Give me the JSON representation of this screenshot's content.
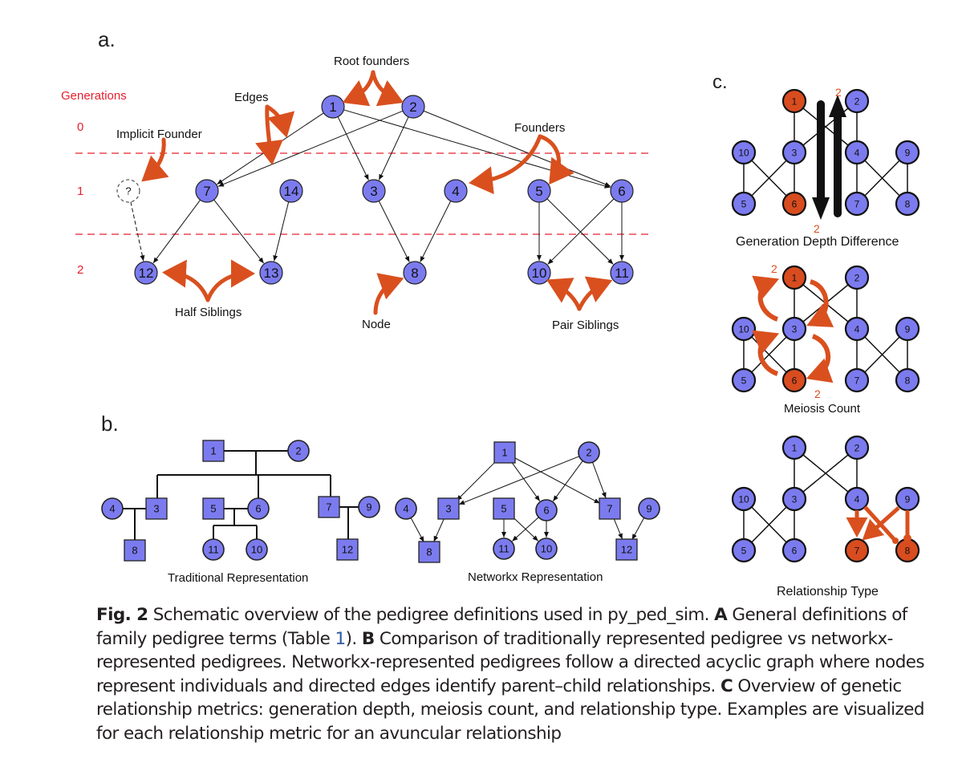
{
  "colors": {
    "node_fill": "#7b7bef",
    "highlight_fill": "#d84c1f",
    "arrow_orange": "#d9501e",
    "generation_red": "#e8202e",
    "edge_black": "#111111",
    "link_blue": "#2d57a8"
  },
  "panel_a": {
    "label": "a.",
    "generations_label": "Generations",
    "generation_numbers": [
      "0",
      "1",
      "2"
    ],
    "annotations": {
      "root_founders": "Root founders",
      "edges": "Edges",
      "implicit_founder": "Implicit Founder",
      "founders": "Founders",
      "half_siblings": "Half Siblings",
      "node": "Node",
      "pair_siblings": "Pair Siblings"
    },
    "nodes": [
      {
        "id": "1",
        "gen": 0
      },
      {
        "id": "2",
        "gen": 0
      },
      {
        "id": "?",
        "gen": 1,
        "implicit": true
      },
      {
        "id": "7",
        "gen": 1
      },
      {
        "id": "14",
        "gen": 1
      },
      {
        "id": "3",
        "gen": 1
      },
      {
        "id": "4",
        "gen": 1
      },
      {
        "id": "5",
        "gen": 1
      },
      {
        "id": "6",
        "gen": 1
      },
      {
        "id": "12",
        "gen": 2
      },
      {
        "id": "13",
        "gen": 2
      },
      {
        "id": "8",
        "gen": 2
      },
      {
        "id": "10",
        "gen": 2
      },
      {
        "id": "11",
        "gen": 2
      }
    ],
    "edges": [
      [
        "1",
        "7"
      ],
      [
        "1",
        "3"
      ],
      [
        "1",
        "6"
      ],
      [
        "2",
        "7"
      ],
      [
        "2",
        "3"
      ],
      [
        "2",
        "6"
      ],
      [
        "7",
        "12"
      ],
      [
        "7",
        "13"
      ],
      [
        "14",
        "13"
      ],
      [
        "?",
        "12"
      ],
      [
        "3",
        "8"
      ],
      [
        "4",
        "8"
      ],
      [
        "5",
        "10"
      ],
      [
        "5",
        "11"
      ],
      [
        "6",
        "10"
      ],
      [
        "6",
        "11"
      ]
    ]
  },
  "panel_b": {
    "label": "b.",
    "traditional_caption": "Traditional Representation",
    "networkx_caption": "Networkx Representation",
    "individuals": [
      {
        "id": "1",
        "sex": "male"
      },
      {
        "id": "2",
        "sex": "female"
      },
      {
        "id": "3",
        "sex": "male"
      },
      {
        "id": "4",
        "sex": "female"
      },
      {
        "id": "5",
        "sex": "male"
      },
      {
        "id": "6",
        "sex": "female"
      },
      {
        "id": "7",
        "sex": "male"
      },
      {
        "id": "8",
        "sex": "male"
      },
      {
        "id": "9",
        "sex": "female"
      },
      {
        "id": "10",
        "sex": "female"
      },
      {
        "id": "11",
        "sex": "female"
      },
      {
        "id": "12",
        "sex": "male"
      }
    ],
    "networkx_edges": [
      [
        "1",
        "3"
      ],
      [
        "1",
        "6"
      ],
      [
        "1",
        "7"
      ],
      [
        "2",
        "3"
      ],
      [
        "2",
        "6"
      ],
      [
        "2",
        "7"
      ],
      [
        "4",
        "8"
      ],
      [
        "3",
        "8"
      ],
      [
        "5",
        "11"
      ],
      [
        "5",
        "10"
      ],
      [
        "6",
        "11"
      ],
      [
        "6",
        "10"
      ],
      [
        "7",
        "12"
      ],
      [
        "9",
        "12"
      ]
    ]
  },
  "panel_c": {
    "label": "c.",
    "graph_nodes": [
      "1",
      "2",
      "10",
      "3",
      "4",
      "9",
      "5",
      "6",
      "7",
      "8"
    ],
    "graph_edges": [
      [
        "1",
        "3"
      ],
      [
        "1",
        "4"
      ],
      [
        "2",
        "3"
      ],
      [
        "2",
        "4"
      ],
      [
        "10",
        "5"
      ],
      [
        "10",
        "6"
      ],
      [
        "3",
        "5"
      ],
      [
        "3",
        "6"
      ],
      [
        "4",
        "7"
      ],
      [
        "4",
        "8"
      ],
      [
        "9",
        "7"
      ],
      [
        "9",
        "8"
      ]
    ],
    "subpanels": [
      {
        "title": "Generation Depth Difference",
        "highlight": [
          "1",
          "6"
        ],
        "counts": [
          "2",
          "2"
        ]
      },
      {
        "title": "Meiosis Count",
        "highlight": [
          "1",
          "6"
        ],
        "counts": [
          "2",
          "2"
        ]
      },
      {
        "title": "Relationship Type",
        "highlight": [
          "7",
          "8"
        ],
        "counts": []
      }
    ]
  },
  "caption": {
    "fig_label": "Fig. 2",
    "text_1": " Schematic overview of the pedigree definitions used in py_ped_sim. ",
    "a_label": "A",
    "text_2": " General definitions of family pedigree terms (Table ",
    "table_ref": "1",
    "text_3": "). ",
    "b_label": "B",
    "text_4": " Comparison of traditionally represented pedigree vs networkx-represented pedigrees. Networkx-represented pedigrees follow a directed acyclic graph where nodes represent individuals and directed edges identify parent–child relationships. ",
    "c_label": "C",
    "text_5": " Overview of genetic relationship metrics: generation depth, meiosis count, and relationship type. Examples are visualized for each relationship metric for an avuncular relationship"
  }
}
